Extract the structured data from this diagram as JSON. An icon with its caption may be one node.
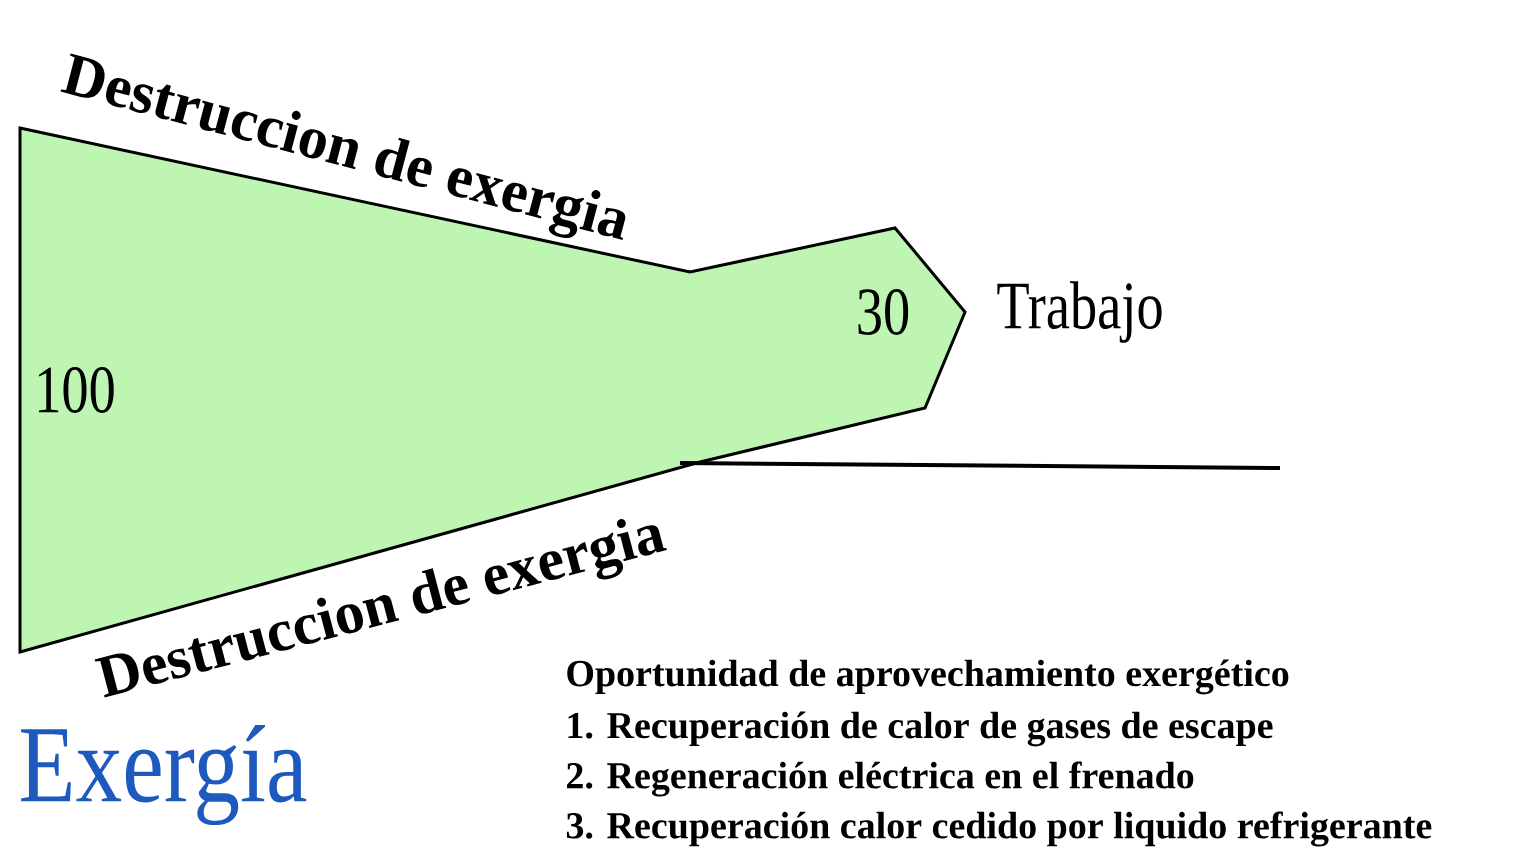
{
  "diagram": {
    "title": "Exergía",
    "labels": [
      "Destruccion de exergia",
      "30",
      "Trabajo",
      "100",
      "Destruccion de exergia",
      "Oportunidad de aprovechamiento exergético",
      "1. Recuperación de calor de gases de escape",
      "2. Regeneración eléctrica en el frenado",
      "3. Recuperación calor cedido por liquido refrigerante"
    ]
  }
}
